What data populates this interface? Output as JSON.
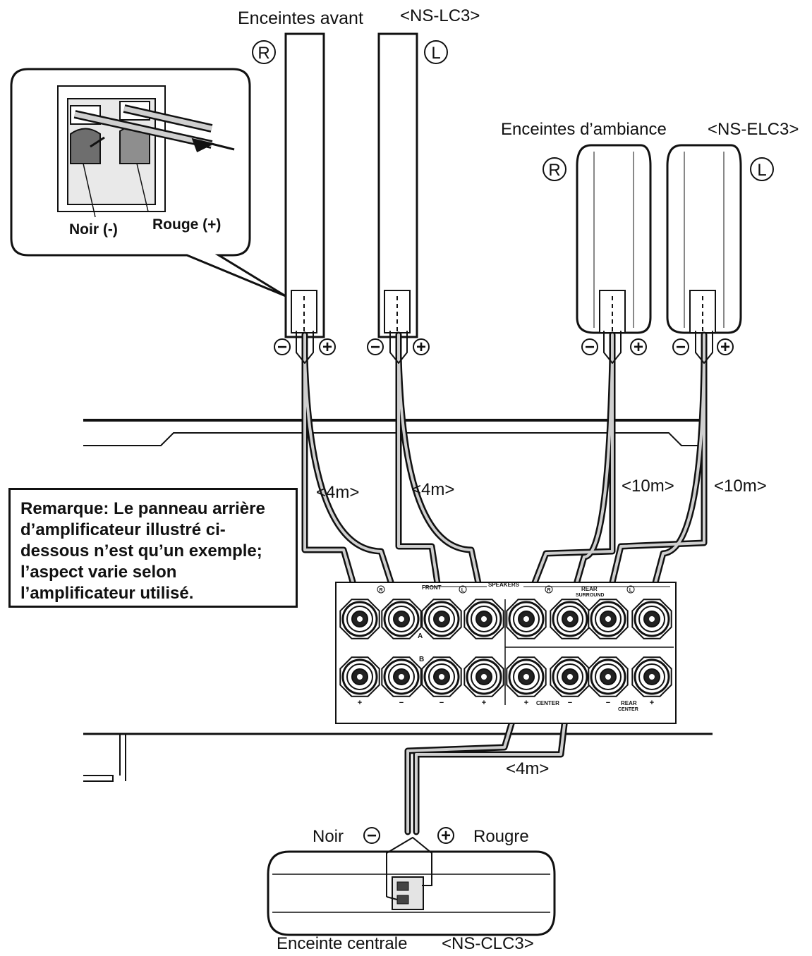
{
  "front": {
    "title": "Enceintes avant",
    "model": "<NS-LC3>",
    "right_mark": "R",
    "left_mark": "L"
  },
  "surround": {
    "title": "Enceintes d’ambiance",
    "model": "<NS-ELC3>",
    "right_mark": "R",
    "left_mark": "L"
  },
  "center": {
    "title": "Enceinte centrale",
    "model": "<NS-CLC3>",
    "black_label": "Noir",
    "red_label": "Rougre"
  },
  "inset": {
    "black_label": "Noir (-)",
    "red_label": "Rouge (+)"
  },
  "polarity": {
    "minus": "−",
    "plus": "+"
  },
  "cables": {
    "front_right": "<4m>",
    "front_left": "<4m>",
    "surround_right": "<10m>",
    "surround_left": "<10m>",
    "center": "<4m>"
  },
  "note": {
    "text": "Remarque: Le panneau arrière d’amplificateur illustré ci-dessous n’est qu’un exemple; l’aspect varie selon l’amplificateur utilisé."
  },
  "panel": {
    "front": "FRONT",
    "speakers": "SPEAKERS",
    "rear_surround_1": "REAR",
    "rear_surround_2": "SURROUND",
    "r_mark": "R",
    "l_mark": "L",
    "row_a": "A",
    "row_b": "B",
    "center_label": "CENTER",
    "rear_center_1": "REAR",
    "rear_center_2": "CENTER",
    "plus": "+",
    "minus": "−"
  }
}
